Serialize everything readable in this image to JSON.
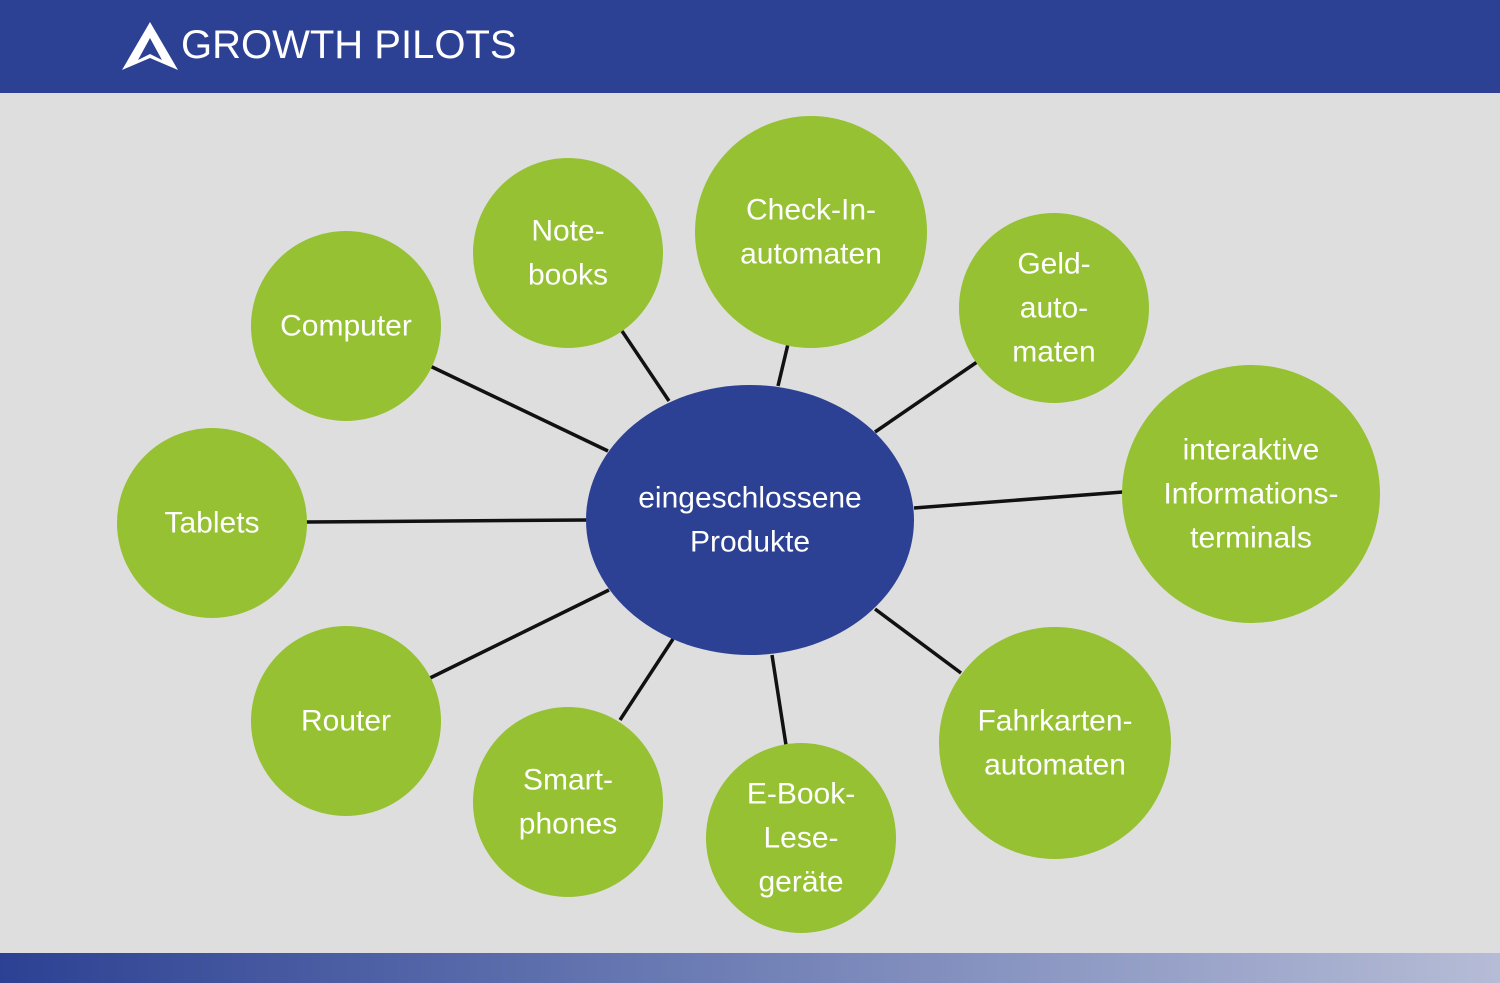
{
  "brand": {
    "name": "GROWTH PILOTS",
    "logo_icon": "arrow-a-icon",
    "header_color": "#2c4193"
  },
  "diagram": {
    "center": {
      "lines": [
        "eingeschlossene",
        "Produkte"
      ],
      "color": "#2c4193"
    },
    "node_color": "#95c132",
    "line_color": "#111111",
    "nodes": [
      {
        "id": "computer",
        "lines": [
          "Computer"
        ]
      },
      {
        "id": "notebooks",
        "lines": [
          "Note-",
          "books"
        ]
      },
      {
        "id": "check-in-automaten",
        "lines": [
          "Check-In-",
          "automaten"
        ]
      },
      {
        "id": "geldautomaten",
        "lines": [
          "Geld-",
          "auto-",
          "maten"
        ]
      },
      {
        "id": "informationsterminals",
        "lines": [
          "interaktive",
          "Informations-",
          "terminals"
        ]
      },
      {
        "id": "fahrkartenautomaten",
        "lines": [
          "Fahrkarten-",
          "automaten"
        ]
      },
      {
        "id": "e-book-lesegeraete",
        "lines": [
          "E-Book-",
          "Lese-",
          "geräte"
        ]
      },
      {
        "id": "smartphones",
        "lines": [
          "Smart-",
          "phones"
        ]
      },
      {
        "id": "router",
        "lines": [
          "Router"
        ]
      },
      {
        "id": "tablets",
        "lines": [
          "Tablets"
        ]
      }
    ]
  }
}
